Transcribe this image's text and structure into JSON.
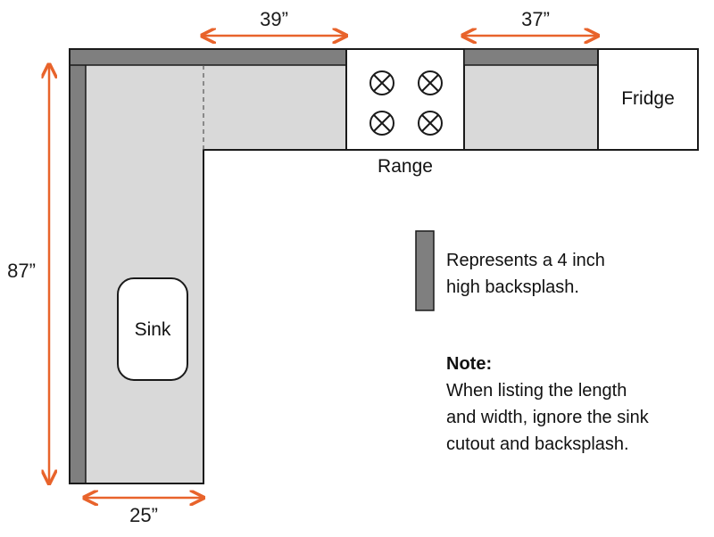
{
  "colors": {
    "counter": "#d9d9d9",
    "backsplash": "#7f7f7f",
    "outline": "#1a1a1a",
    "arrow": "#e8632b",
    "white": "#ffffff"
  },
  "dimensions": {
    "top_left": "39”",
    "top_right": "37”",
    "left_side": "87”",
    "bottom": "25”"
  },
  "labels": {
    "range": "Range",
    "fridge": "Fridge",
    "sink": "Sink"
  },
  "legend": {
    "line1": "Represents a 4 inch",
    "line2": "high backsplash."
  },
  "note": {
    "heading": "Note:",
    "lines": [
      "When listing the length",
      "and width, ignore the sink",
      "cutout and backsplash."
    ]
  },
  "icons": {
    "burner": "burner-icon",
    "arrow": "double-arrow"
  }
}
